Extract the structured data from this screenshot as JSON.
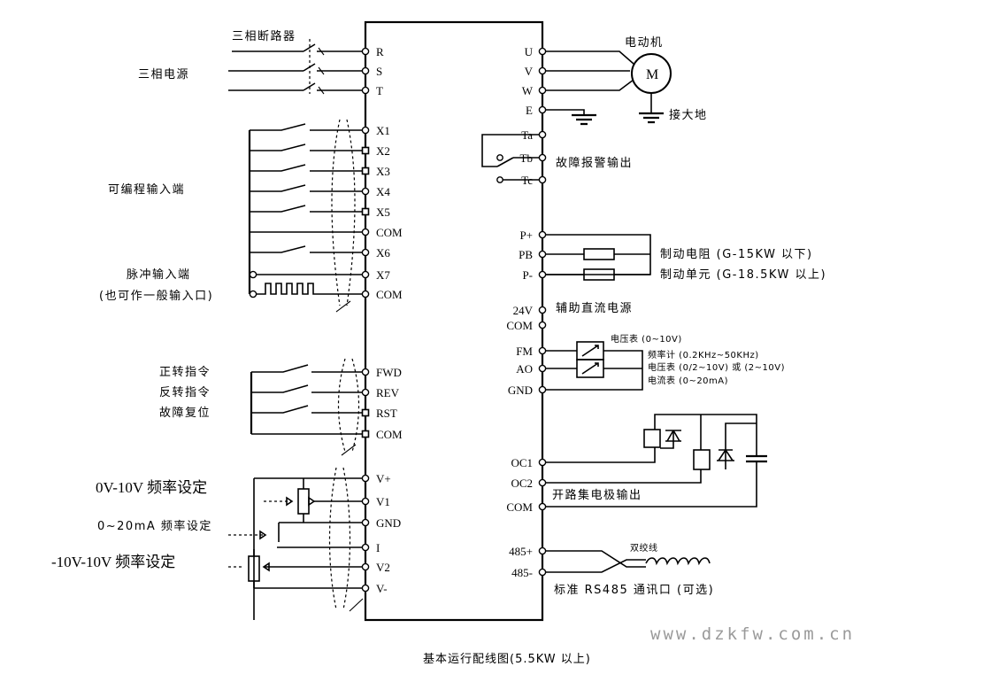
{
  "diagram": {
    "caption": "基本运行配线图(5.5KW 以上)",
    "watermark": "www.dzkfw.com.cn",
    "left_terminals": [
      "R",
      "S",
      "T",
      "X1",
      "X2",
      "X3",
      "X4",
      "X5",
      "COM",
      "X6",
      "X7",
      "COM",
      "FWD",
      "REV",
      "RST",
      "COM",
      "V+",
      "V1",
      "GND",
      "I",
      "V2",
      "V-"
    ],
    "right_terminals": [
      "U",
      "V",
      "W",
      "E",
      "Ta",
      "Tb",
      "Tc",
      "P+",
      "PB",
      "P-",
      "24V",
      "COM",
      "FM",
      "AO",
      "GND",
      "OC1",
      "OC2",
      "COM",
      "485+",
      "485-"
    ],
    "labels": {
      "breaker": "三相断路器",
      "power": "三相电源",
      "prog_input": "可编程输入端",
      "pulse_input": "脉冲输入端",
      "pulse_note": "(也可作一般输入口)",
      "forward": "正转指令",
      "reverse": "反转指令",
      "reset": "故障复位",
      "freq_0_10v": "0V-10V 频率设定",
      "freq_0_20ma": "0~20mA 频率设定",
      "freq_pm10v": "-10V-10V 频率设定",
      "motor": "电动机",
      "motor_symbol": "M",
      "ground": "接大地",
      "fault_out": "故障报警输出",
      "brake_res": "制动电阻 (G-15KW 以下)",
      "brake_unit": "制动单元 (G-18.5KW 以上)",
      "aux_dc": "辅助直流电源",
      "voltmeter": "电压表 (0~10V)",
      "freq_meter": "频率计 (0.2KHz~50KHz)",
      "volt_meter2": "电压表 (0/2~10V) 或 (2~10V)",
      "ammeter": "电流表 (0~20mA)",
      "oc_out": "开路集电极输出",
      "twisted": "双绞线",
      "rs485": "标准 RS485 通讯口 (可选)"
    }
  }
}
